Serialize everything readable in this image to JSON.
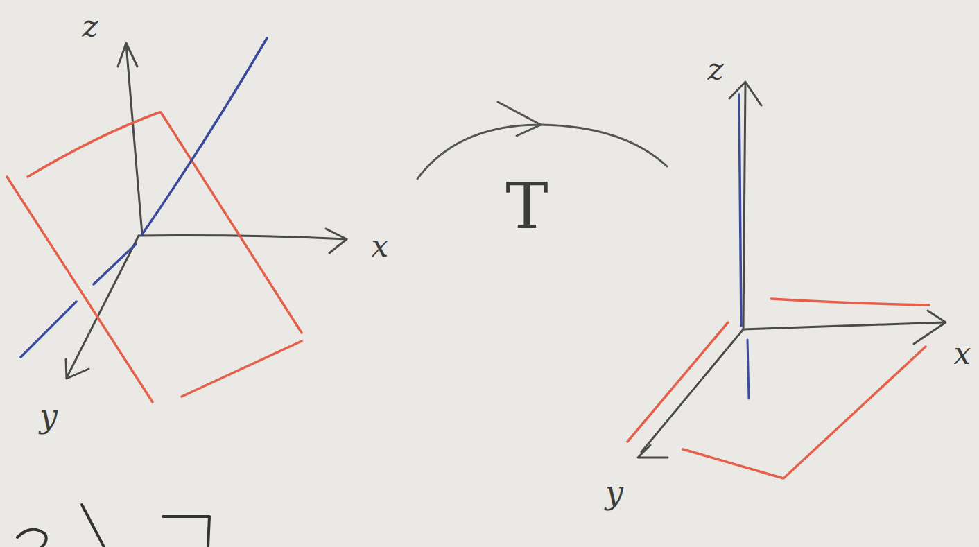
{
  "diagram": {
    "labels": [
      "z",
      "x",
      "y",
      "T",
      "z",
      "x",
      "y"
    ]
  }
}
